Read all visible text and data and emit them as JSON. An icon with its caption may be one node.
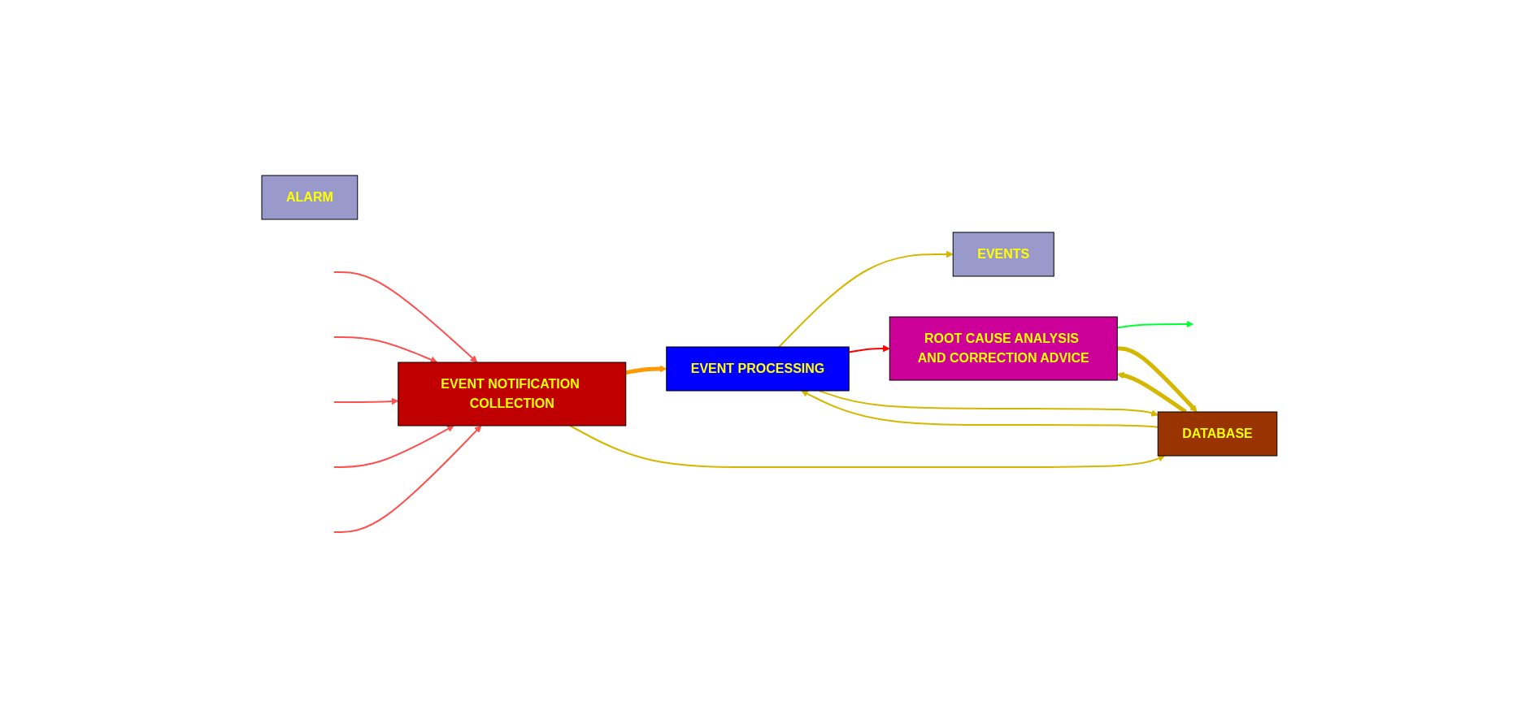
{
  "diagram": {
    "nodes": [
      {
        "text": [
          "EVENT NOTIFICATION COLLECTION"
        ]
      },
      {
        "text": [
          "EVENTS"
        ]
      },
      {
        "text": [
          "EVENT PROCESSING"
        ]
      },
      {
        "text": [
          "ALARM"
        ]
      },
      {
        "text": [
          "ROOT CAUSE ANALYSIS AND CORRECTION ADVICE"
        ]
      },
      {
        "text": [
          "DATABASE"
        ]
      }
    ],
    "edges": [
      {
        "from": null,
        "to": 0,
        "arrow": "to",
        "color": "#ff5050"
      },
      {
        "from": null,
        "to": 0,
        "arrow": "to",
        "color": "#ff5050"
      },
      {
        "from": null,
        "to": 0,
        "arrow": "to",
        "color": "#ff5050"
      },
      {
        "from": null,
        "to": 0,
        "arrow": "to",
        "color": "#ff5050"
      },
      {
        "from": null,
        "to": 0,
        "arrow": "to",
        "color": "#ff5050"
      },
      {
        "from": 0,
        "to": 2,
        "arrow": "to",
        "style": "thick",
        "color": "#ff9900"
      },
      {
        "from": 2,
        "to": 1,
        "arrow": "to"
      },
      {
        "from": 2,
        "to": 4,
        "arrow": "to",
        "color": "#ff0000"
      },
      {
        "from": 4,
        "to": null,
        "arrow": "to",
        "color": "#00ff33"
      },
      {
        "from": 0,
        "to": 5,
        "arrow": "to"
      },
      {
        "from": 2,
        "to": 5,
        "arrow": "to"
      },
      {
        "from": 5,
        "to": 2,
        "arrow": "to"
      },
      {
        "from": 4,
        "to": 5,
        "arrow": "to",
        "style": "thick"
      },
      {
        "from": 5,
        "to": 4,
        "arrow": "to",
        "style": "thick"
      }
    ]
  }
}
